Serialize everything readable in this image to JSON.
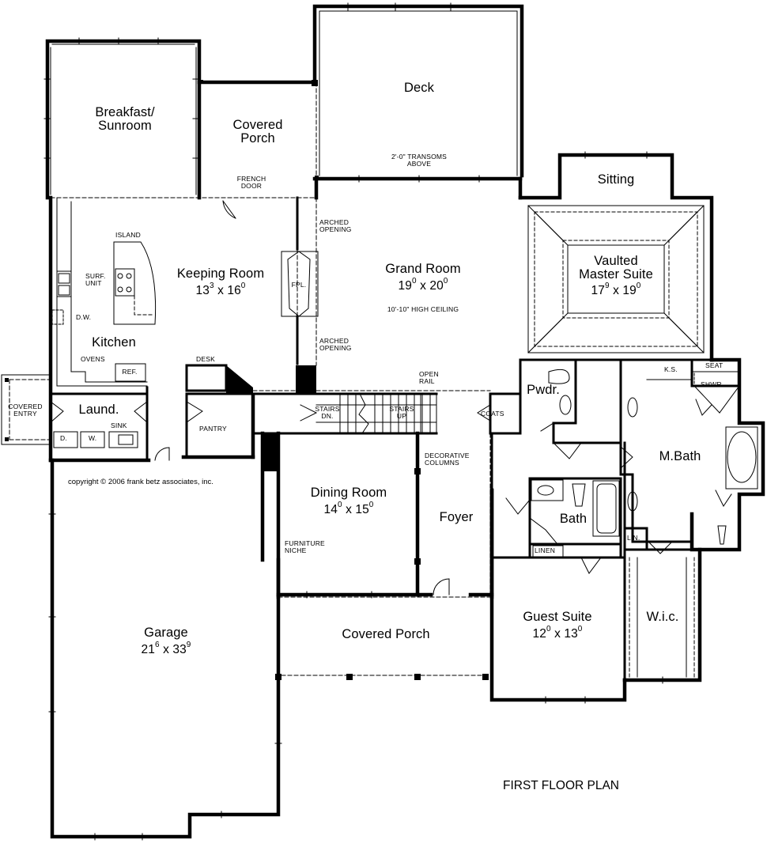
{
  "plan_title": "FIRST FLOOR PLAN",
  "copyright": "copyright © 2006 frank betz associates, inc.",
  "rooms": {
    "breakfast": {
      "name_line1": "Breakfast/",
      "name_line2": "Sunroom"
    },
    "covered_porch_back": {
      "name_line1": "Covered",
      "name_line2": "Porch"
    },
    "deck": {
      "name": "Deck"
    },
    "sitting": {
      "name": "Sitting"
    },
    "keeping": {
      "name": "Keeping Room",
      "w": "13",
      "w_in": "3",
      "sep": "x",
      "d": "16",
      "d_in": "0"
    },
    "grand": {
      "name": "Grand Room",
      "w": "19",
      "w_in": "0",
      "sep": "x",
      "d": "20",
      "d_in": "0",
      "note": "10'-10\" HIGH CEILING"
    },
    "master": {
      "name_line1": "Vaulted",
      "name_line2": "Master Suite",
      "w": "17",
      "w_in": "9",
      "sep": "x",
      "d": "19",
      "d_in": "0"
    },
    "kitchen": {
      "name": "Kitchen"
    },
    "pwdr": {
      "name": "Pwdr."
    },
    "laund": {
      "name": "Laund."
    },
    "mbath": {
      "name": "M.Bath"
    },
    "dining": {
      "name": "Dining Room",
      "w": "14",
      "w_in": "0",
      "sep": "x",
      "d": "15",
      "d_in": "0"
    },
    "foyer": {
      "name": "Foyer"
    },
    "bath": {
      "name": "Bath"
    },
    "garage": {
      "name": "Garage",
      "w": "21",
      "w_in": "6",
      "sep": "x",
      "d": "33",
      "d_in": "9"
    },
    "covered_porch_front": {
      "name": "Covered Porch"
    },
    "guest": {
      "name": "Guest Suite",
      "w": "12",
      "w_in": "0",
      "sep": "x",
      "d": "13",
      "d_in": "0"
    },
    "wic": {
      "name": "W.i.c."
    }
  },
  "notes": {
    "french_door_1": "FRENCH",
    "french_door_2": "DOOR",
    "transoms_1": "2'-0\" TRANSOMS",
    "transoms_2": "ABOVE",
    "arched_top_1": "ARCHED",
    "arched_top_2": "OPENING",
    "arched_bot_1": "ARCHED",
    "arched_bot_2": "OPENING",
    "island": "ISLAND",
    "surf_1": "SURF.",
    "surf_2": "UNIT",
    "dw": "D.W.",
    "fpl": "FPL.",
    "ovens": "OVENS",
    "ref": "REF.",
    "desk": "DESK",
    "open_rail_1": "OPEN",
    "open_rail_2": "RAIL",
    "stairs_dn_1": "STAIRS",
    "stairs_dn_2": "DN.",
    "stairs_up_1": "STAIRS",
    "stairs_up_2": "UP",
    "coats": "COATS",
    "ks": "K.S.",
    "seat": "SEAT",
    "shwr": "SHWR.",
    "covered_entry_1": "COVERED",
    "covered_entry_2": "ENTRY",
    "sink": "SINK",
    "d": "D.",
    "w": "W.",
    "pantry": "PANTRY",
    "dec_col_1": "DECORATIVE",
    "dec_col_2": "COLUMNS",
    "furniture_1": "FURNITURE",
    "furniture_2": "NICHE",
    "linen": "LINEN",
    "lin": "LIN."
  }
}
